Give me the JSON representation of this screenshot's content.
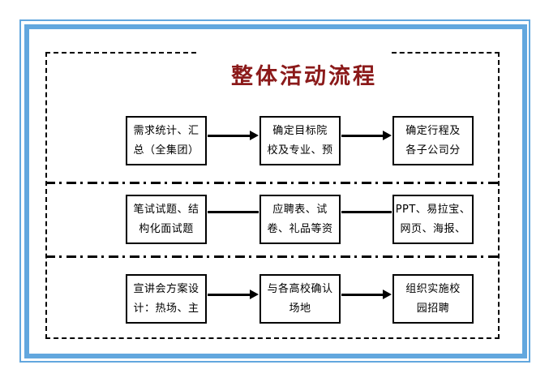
{
  "style": {
    "border_blue": "#62A7DE",
    "title_red": "#8B1A1A"
  },
  "title": {
    "text": "整体活动流程"
  },
  "flow": {
    "rows": [
      {
        "connector": "arrow",
        "boxes": [
          {
            "line1": "需求统计、汇",
            "line2": "总（全集团）"
          },
          {
            "line1": "确定目标院",
            "line2": "校及专业、预"
          },
          {
            "line1": "确定行程及",
            "line2": "各子公司分"
          }
        ]
      },
      {
        "connector": "line",
        "boxes": [
          {
            "line1": "笔试试题、结",
            "line2": "构化面试题"
          },
          {
            "line1": "应聘表、试",
            "line2": "卷、礼品等资"
          },
          {
            "line1": "PPT、易拉宝、",
            "line2": "网页、海报、"
          }
        ]
      },
      {
        "connector": "arrow",
        "boxes": [
          {
            "line1": "宣讲会方案设",
            "line2": "计：热场、主"
          },
          {
            "line1": "与各高校确认",
            "line2": "场地"
          },
          {
            "line1": "组织实施校",
            "line2": "园招聘"
          }
        ]
      }
    ]
  }
}
